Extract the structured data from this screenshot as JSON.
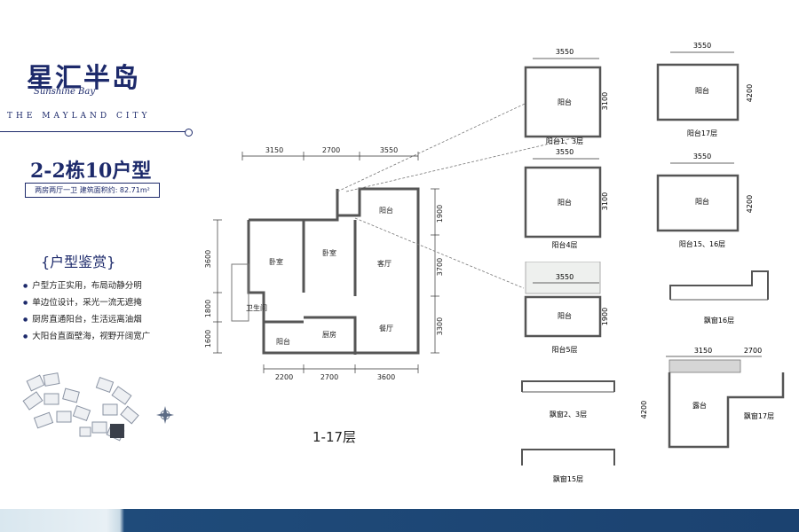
{
  "brand": {
    "name_cn": "星汇半岛",
    "name_en": "Sunshine Bay",
    "developer": "THE MAYLAND CITY"
  },
  "unit": {
    "title": "2-2栋10户型",
    "area": "两房两厅一卫  建筑面积约: 82.71m²",
    "section_title": "{户型鉴赏}",
    "features": [
      "户型方正实用，布局动静分明",
      "单边位设计，采光一流无遮掩",
      "厨房直通阳台，生活远离油烟",
      "大阳台直面壁海，视野开阔宽广"
    ],
    "floors": "1-17层"
  },
  "main_plan": {
    "top_dims": [
      "3150",
      "2700",
      "3550"
    ],
    "bottom_dims": [
      "2200",
      "2700",
      "3600"
    ],
    "left_dims": [
      "3600",
      "1800",
      "1600"
    ],
    "right_dims": [
      "1900",
      "3700",
      "3300"
    ],
    "rooms": [
      "卧室",
      "卧室",
      "阳台",
      "客厅",
      "卫生间",
      "厨房",
      "阳台",
      "餐厅"
    ]
  },
  "variants": [
    {
      "caption": "阳台1、3层",
      "room": "阳台",
      "width": "3550",
      "height": "3100"
    },
    {
      "caption": "阳台17层",
      "room": "阳台",
      "width": "3550",
      "height": "4200"
    },
    {
      "caption": "阳台4层",
      "room": "阳台",
      "width": "3550",
      "height": "3100"
    },
    {
      "caption": "阳台15、16层",
      "room": "阳台",
      "width": "3550",
      "height": "4200"
    },
    {
      "caption": "阳台5层",
      "room": "阳台",
      "width": "3550",
      "height": "1900"
    }
  ],
  "windows": [
    {
      "caption": "飘窗16层"
    },
    {
      "caption": "飘窗2、3层"
    },
    {
      "caption": "飘窗15层"
    }
  ],
  "terrace": {
    "caption": "飘窗17层",
    "room": "露台",
    "dims": [
      "3150",
      "2700"
    ],
    "height": "4200"
  },
  "colors": {
    "brand_navy": "#1d2a6b",
    "wall": "#555555",
    "footer_blue": "#1b4270"
  }
}
